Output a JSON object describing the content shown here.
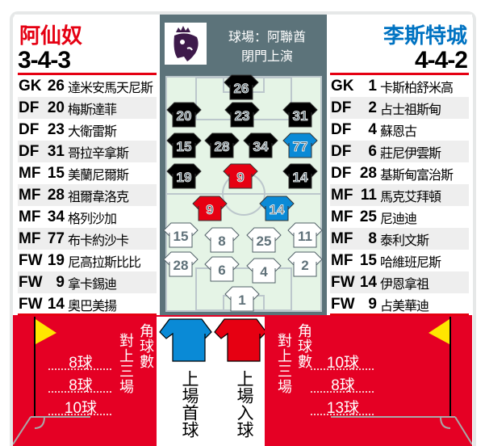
{
  "home": {
    "name": "阿仙奴",
    "formation": "3-4-3",
    "color": "#e50012",
    "players": [
      [
        "GK",
        "26",
        "達米安馬天尼斯"
      ],
      [
        "DF",
        "20",
        "梅斯達菲"
      ],
      [
        "DF",
        "23",
        "大衛雷斯"
      ],
      [
        "DF",
        "31",
        "哥拉辛拿斯"
      ],
      [
        "MF",
        "15",
        "美蘭尼爾斯"
      ],
      [
        "MF",
        "28",
        "祖爾韋洛克"
      ],
      [
        "MF",
        "34",
        "格列沙加"
      ],
      [
        "MF",
        "77",
        "布卡約沙卡"
      ],
      [
        "FW",
        "19",
        "尼高拉斯比比"
      ],
      [
        "FW",
        "9",
        "拿卡錫迪"
      ],
      [
        "FW",
        "14",
        "奧巴美揚"
      ]
    ],
    "corners_label": "角球數",
    "last3_label": "對上三場",
    "corners": [
      "8球",
      "8球",
      "10球"
    ]
  },
  "away": {
    "name": "李斯特城",
    "formation": "4-4-2",
    "color": "#0073c2",
    "players": [
      [
        "GK",
        "1",
        "卡斯柏舒米高"
      ],
      [
        "DF",
        "2",
        "占士祖斯甸"
      ],
      [
        "DF",
        "4",
        "蘇恩古"
      ],
      [
        "DF",
        "6",
        "莊尼伊雲斯"
      ],
      [
        "DF",
        "28",
        "基斯甸富治斯"
      ],
      [
        "MF",
        "11",
        "馬克艾拜頓"
      ],
      [
        "MF",
        "25",
        "尼迪迪"
      ],
      [
        "MF",
        "8",
        "泰利文斯"
      ],
      [
        "MF",
        "15",
        "哈維班尼斯"
      ],
      [
        "FW",
        "14",
        "伊恩拿祖"
      ],
      [
        "FW",
        "9",
        "占美華迪"
      ]
    ],
    "corners_label": "角球數",
    "last3_label": "對上三場",
    "corners": [
      "10球",
      "8球",
      "13球"
    ]
  },
  "venue": {
    "line1": "球場：阿聯酋",
    "line2": "閉門上演"
  },
  "legend": {
    "first_goal": "上場首球",
    "scored": "上場入球",
    "first_goal_color": "#0a8ad6",
    "scored_color": "#e60012"
  },
  "pitch_shirts": [
    {
      "n": "26",
      "c": "black"
    },
    {
      "n": "20",
      "c": "black"
    },
    {
      "n": "23",
      "c": "black"
    },
    {
      "n": "31",
      "c": "black"
    },
    {
      "n": "15",
      "c": "black"
    },
    {
      "n": "28",
      "c": "black"
    },
    {
      "n": "34",
      "c": "black"
    },
    {
      "n": "77",
      "c": "blue"
    },
    {
      "n": "19",
      "c": "black"
    },
    {
      "n": "9",
      "c": "red"
    },
    {
      "n": "14",
      "c": "black"
    },
    {
      "n": "9",
      "c": "red"
    },
    {
      "n": "14",
      "c": "blue"
    },
    {
      "n": "15",
      "c": "white"
    },
    {
      "n": "8",
      "c": "white"
    },
    {
      "n": "25",
      "c": "white"
    },
    {
      "n": "11",
      "c": "white"
    },
    {
      "n": "28",
      "c": "white"
    },
    {
      "n": "6",
      "c": "white"
    },
    {
      "n": "4",
      "c": "white"
    },
    {
      "n": "2",
      "c": "white"
    },
    {
      "n": "1",
      "c": "white"
    }
  ]
}
